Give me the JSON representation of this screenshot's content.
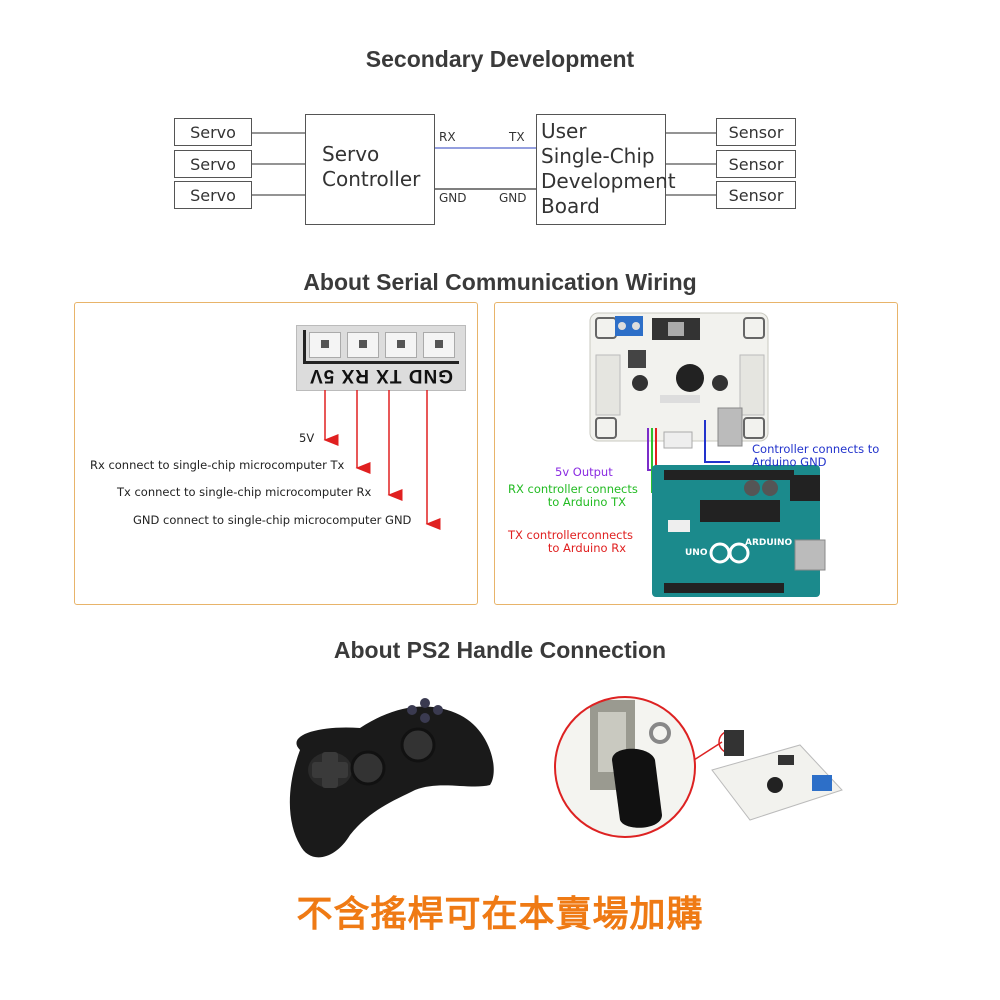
{
  "titles": {
    "secondary": "Secondary Development",
    "serial": "About Serial Communication Wiring",
    "ps2": "About PS2 Handle Connection"
  },
  "block_diagram": {
    "servos": [
      "Servo",
      "Servo",
      "Servo"
    ],
    "controller_line1": "Servo",
    "controller_line2": "Controller",
    "user_board_lines": [
      "User",
      "Single-Chip",
      "Development",
      "Board"
    ],
    "sensors": [
      "Sensor",
      "Sensor",
      "Sensor"
    ],
    "pin_rx": "RX",
    "pin_tx": "TX",
    "pin_gnd_left": "GND",
    "pin_gnd_right": "GND"
  },
  "header_pins": {
    "label": "GND TX RX 5V"
  },
  "wiring_labels": {
    "v5": "5V",
    "rx": "Rx connect to single-chip microcomputer Tx",
    "tx": "Tx connect to single-chip microcomputer Rx",
    "gnd": "GND connect to single-chip microcomputer GND"
  },
  "arduino_annotations": {
    "controller_gnd_1": "Controller connects to",
    "controller_gnd_2": "Arduino GND",
    "v5_output": "5v Output",
    "rx_ctrl_1": "RX controller connects",
    "rx_ctrl_2": "to Arduino TX",
    "tx_ctrl_1": "TX controllerconnects",
    "tx_ctrl_2": "to Arduino Rx",
    "board_text": "ARDUINO",
    "board_model": "UNO"
  },
  "footer_note": "不含搖桿可在本賣場加購",
  "colors": {
    "accent_orange": "#ef7a14",
    "panel_border": "#e8b46a",
    "wire_red": "#e02020",
    "label_purple": "#8a2be2",
    "label_green": "#22bb22",
    "label_blue": "#2233cc",
    "arduino_teal": "#1b8a8c"
  }
}
